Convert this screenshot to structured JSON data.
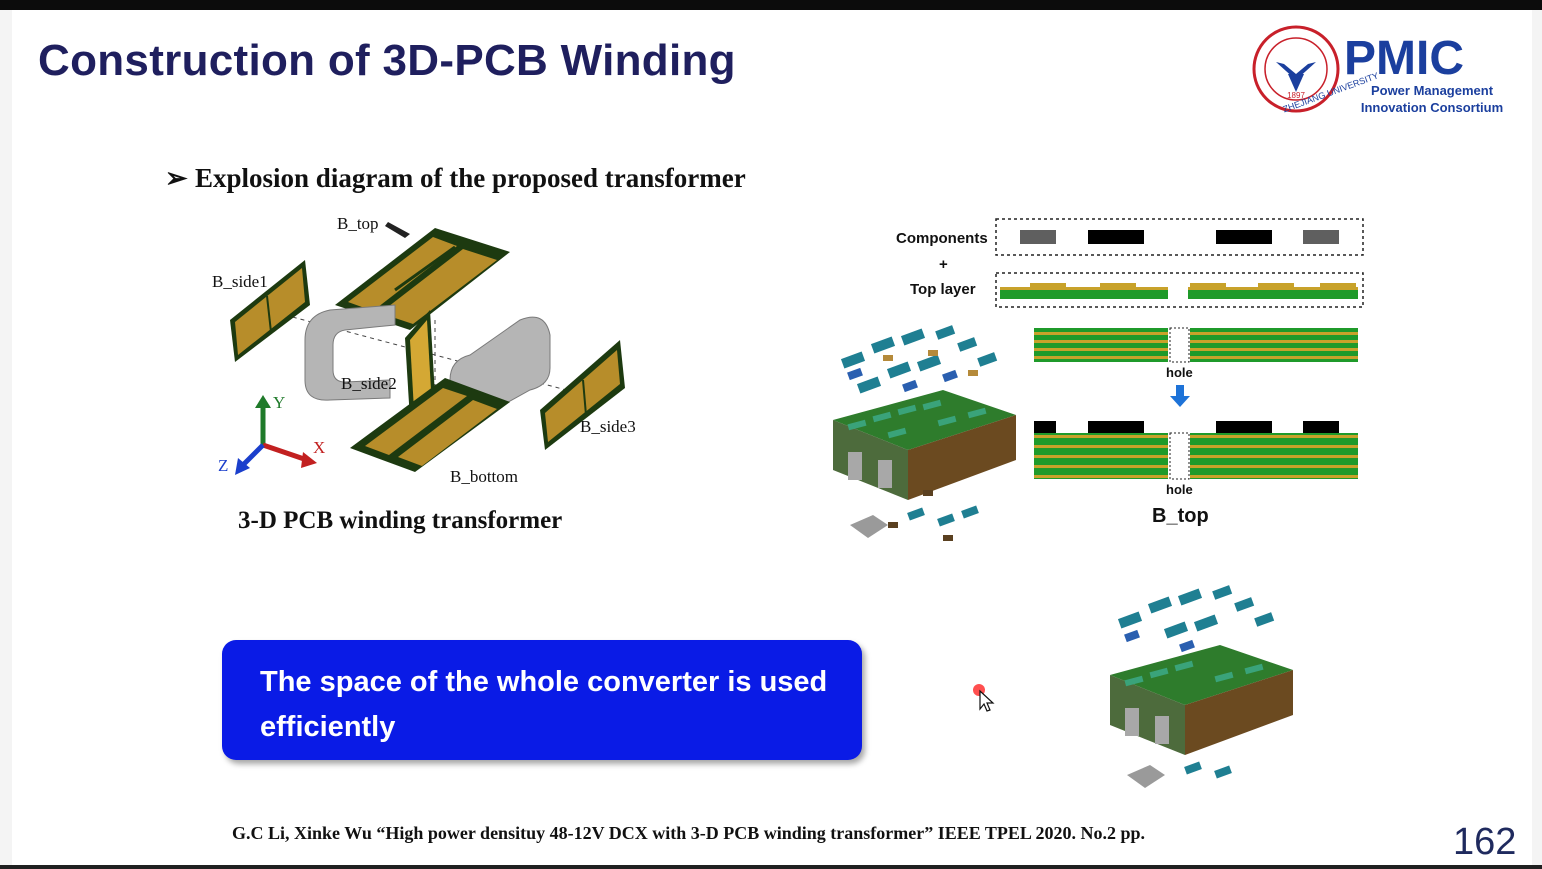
{
  "slide": {
    "title": "Construction of 3D-PCB Winding",
    "bullet": "Explosion diagram of the proposed transformer",
    "caption_left": "3-D PCB winding transformer",
    "callout": "The space of the whole converter is used efficiently",
    "reference": "G.C Li, Xinke Wu “High power densituy 48-12V DCX with 3-D PCB winding transformer” IEEE TPEL 2020. No.2 pp.",
    "page_number": "162"
  },
  "logo": {
    "brand": "PMIC",
    "line1": "Power Management",
    "line2": "Innovation Consortium",
    "seal_text": "ZHEJIANG UNIVERSITY",
    "seal_year": "1897",
    "brand_color": "#1b3f9e",
    "seal_color": "#c8202a"
  },
  "explosion_diagram": {
    "labels": {
      "b_top": "B_top",
      "b_side1": "B_side1",
      "b_side2": "B_side2",
      "b_side3": "B_side3",
      "b_bottom": "B_bottom",
      "axis_x": "X",
      "axis_y": "Y",
      "axis_z": "Z"
    }
  },
  "layer_diagram": {
    "components": "Components",
    "plus": "+",
    "top_layer": "Top layer",
    "hole_1": "hole",
    "hole_2": "hole",
    "b_top": "B_top"
  },
  "colors": {
    "title": "#1f1f5e",
    "callout_bg": "#0a1be6",
    "pcb_green": "#1f9a2a",
    "pcb_gold": "#c8a22a",
    "core_gray": "#b5b5b5",
    "arrow_blue": "#1e73d8"
  },
  "icons": [
    "bullet-arrow-icon",
    "mouse-cursor-icon",
    "pointer-dot-icon"
  ]
}
